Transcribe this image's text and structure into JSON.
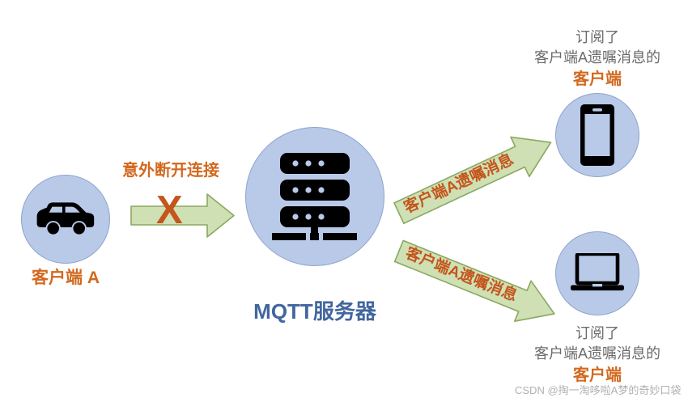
{
  "diagram": {
    "title": "MQTT Last Will Message Flow",
    "background_color": "#ffffff",
    "palette": {
      "circle_fill": "#b9c9e8",
      "circle_stroke": "#8ea4cc",
      "arrow_fill": "#cfe0b4",
      "arrow_stroke": "#8aa860",
      "orange_text": "#d2691e",
      "arrow_label_text": "#c4551c",
      "blue_text": "#42669e",
      "gray_text": "#6b6b6b",
      "icon_black": "#000000",
      "watermark_gray": "#b0b0b0"
    }
  },
  "nodes": {
    "client_a": {
      "icon": "car-icon",
      "label": "客户端 A"
    },
    "broker": {
      "icon": "server-icon",
      "label": "MQTT服务器"
    },
    "subscriber_phone": {
      "icon": "smartphone-icon",
      "label_line1": "订阅了",
      "label_line2": "客户端A遗嘱消息的",
      "label_line3": "客户端"
    },
    "subscriber_laptop": {
      "icon": "laptop-icon",
      "label_line1": "订阅了",
      "label_line2": "客户端A遗嘱消息的",
      "label_line3": "客户端"
    }
  },
  "arrows": {
    "disconnect": {
      "label": "意外断开连接",
      "marker": "X"
    },
    "to_phone": {
      "label": "客户端A遗嘱消息"
    },
    "to_laptop": {
      "label": "客户端A遗嘱消息"
    }
  },
  "watermark": {
    "text": "CSDN @掏一淘哆啦A梦的奇妙口袋"
  }
}
